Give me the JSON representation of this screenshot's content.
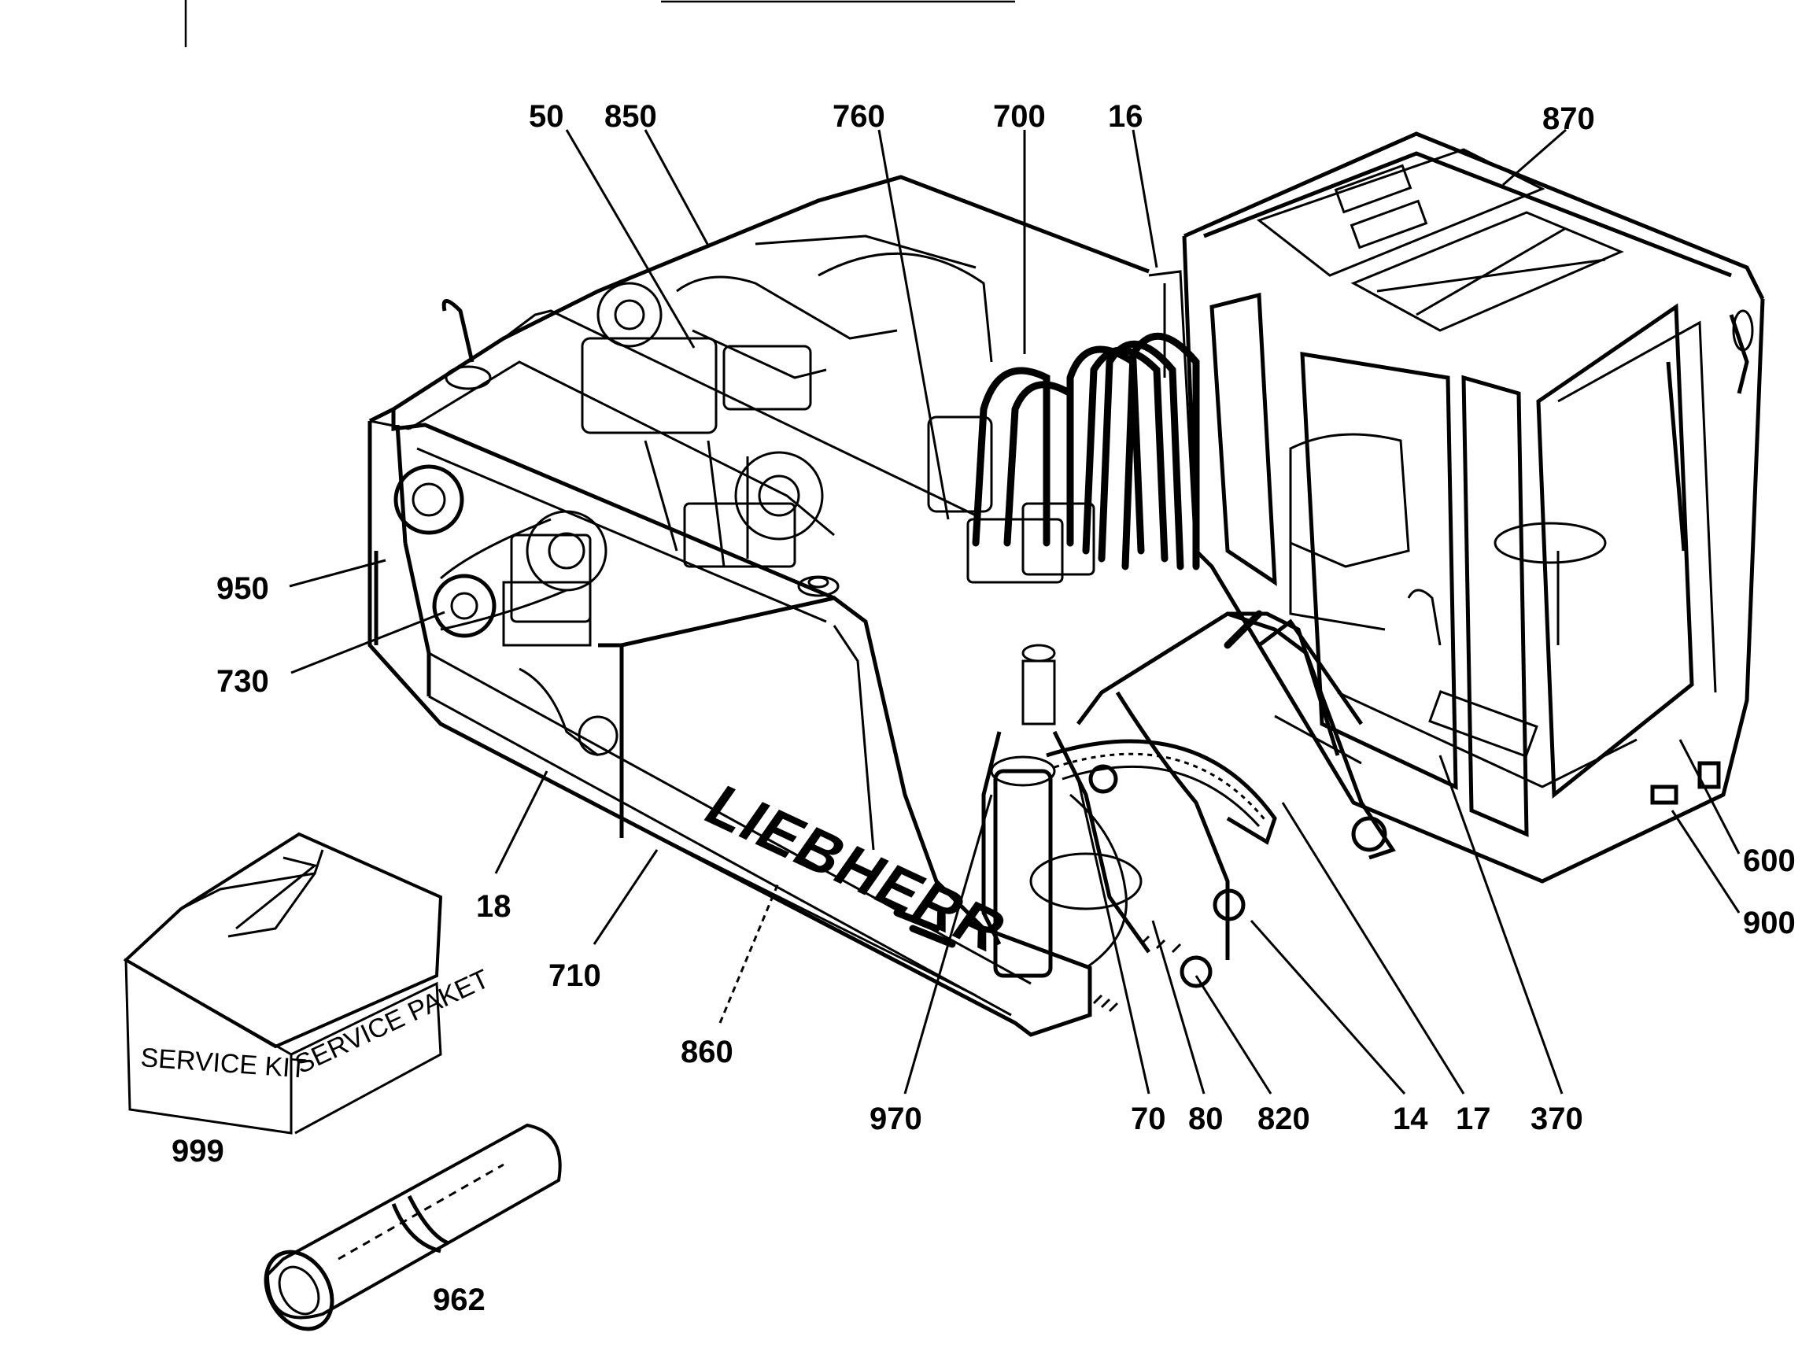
{
  "brand_text": "LIEBHERR",
  "box_front_text": "SERVICE KIT",
  "box_side_text": "SERVICE PAKET",
  "callouts": {
    "c50": "50",
    "c850": "850",
    "c760": "760",
    "c700": "700",
    "c16": "16",
    "c870": "870",
    "c950": "950",
    "c730": "730",
    "c18": "18",
    "c710": "710",
    "c860": "860",
    "c970": "970",
    "c70": "70",
    "c80": "80",
    "c820": "820",
    "c14": "14",
    "c17": "17",
    "c370": "370",
    "c600": "600",
    "c900": "900",
    "c999": "999",
    "c962": "962"
  }
}
